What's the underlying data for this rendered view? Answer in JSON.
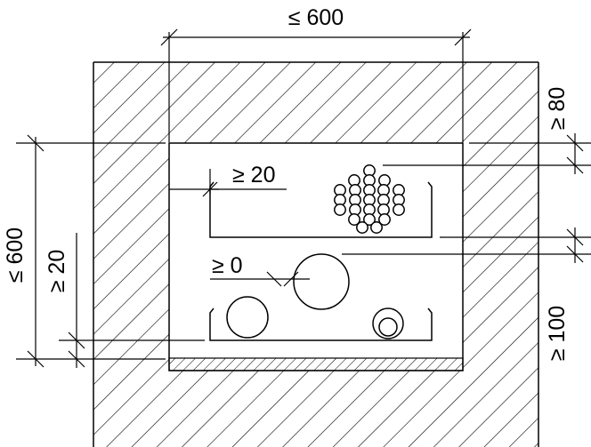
{
  "labels": {
    "top_width_max": "≤ 600",
    "top_cover_min": "≥ 80",
    "side_clearance_min": "≥ 20",
    "side_clearance_min_2": "≥ 20",
    "overall_height_max": "≤ 600",
    "cable_spacing_min": "≥ 0",
    "bottom_clearance_min": "≥ 100"
  },
  "colors": {
    "ink": "#000000",
    "background": "#ffffff"
  }
}
